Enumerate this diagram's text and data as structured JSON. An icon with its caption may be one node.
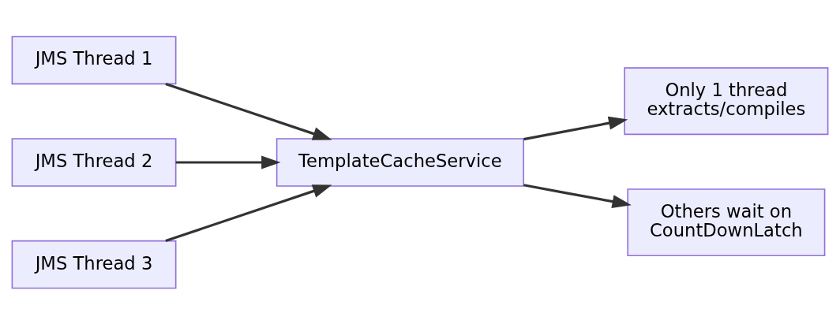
{
  "diagram": {
    "nodes": [
      {
        "text": [
          "JMS Thread 1"
        ]
      },
      {
        "text": [
          "JMS Thread 2"
        ]
      },
      {
        "text": [
          "JMS Thread 3"
        ]
      },
      {
        "text": [
          "TemplateCacheService"
        ]
      },
      {
        "text": [
          "Only 1 thread extracts/compiles"
        ]
      },
      {
        "text": [
          "Others wait on CountDownLatch"
        ]
      }
    ],
    "edges": [
      {
        "from": 0,
        "to": 3,
        "arrow": "to"
      },
      {
        "from": 1,
        "to": 3,
        "arrow": "to"
      },
      {
        "from": 2,
        "to": 3,
        "arrow": "to"
      },
      {
        "from": 3,
        "to": 4,
        "arrow": "to"
      },
      {
        "from": 3,
        "to": 5,
        "arrow": "to"
      }
    ]
  }
}
